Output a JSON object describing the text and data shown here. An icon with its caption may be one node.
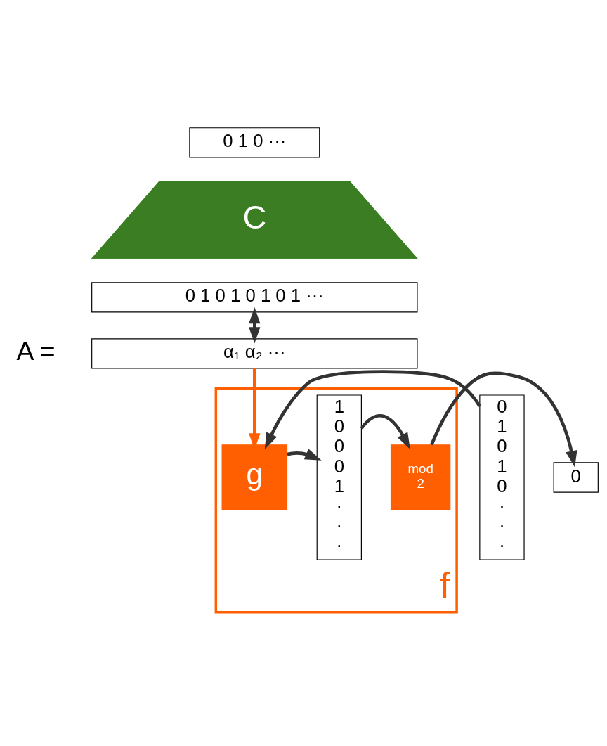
{
  "diagram": {
    "nodes": [
      {
        "text": [
          "0 1 0 ···"
        ]
      },
      {
        "text": [
          "C"
        ]
      },
      {
        "text": [
          "0 1 0 1 0 1 0 1 ···"
        ]
      },
      {
        "text": [
          "α₁ α₂ ···"
        ],
        "beside": [
          "A ="
        ]
      },
      {
        "text": [
          "0 1 0 1 0 · · ·"
        ]
      },
      {
        "text": [
          "f"
        ]
      },
      {
        "text": [
          "g"
        ],
        "in": 5
      },
      {
        "text": [
          "1 0 0 0 1 · · ·"
        ],
        "in": 5
      },
      {
        "text": [
          "mod 2"
        ],
        "in": 5
      },
      {
        "text": [
          "0"
        ]
      }
    ],
    "edges": [
      {
        "from": 2,
        "to": 3,
        "arrow": "both"
      },
      {
        "from": 3,
        "to": 6,
        "arrow": "to",
        "color": "#ff5f00"
      },
      {
        "from": 4,
        "to": 6,
        "arrow": "to"
      },
      {
        "from": 6,
        "to": 7,
        "arrow": "to"
      },
      {
        "from": 7,
        "to": 8,
        "arrow": "to"
      },
      {
        "from": 8,
        "to": 9,
        "arrow": "to"
      }
    ]
  }
}
